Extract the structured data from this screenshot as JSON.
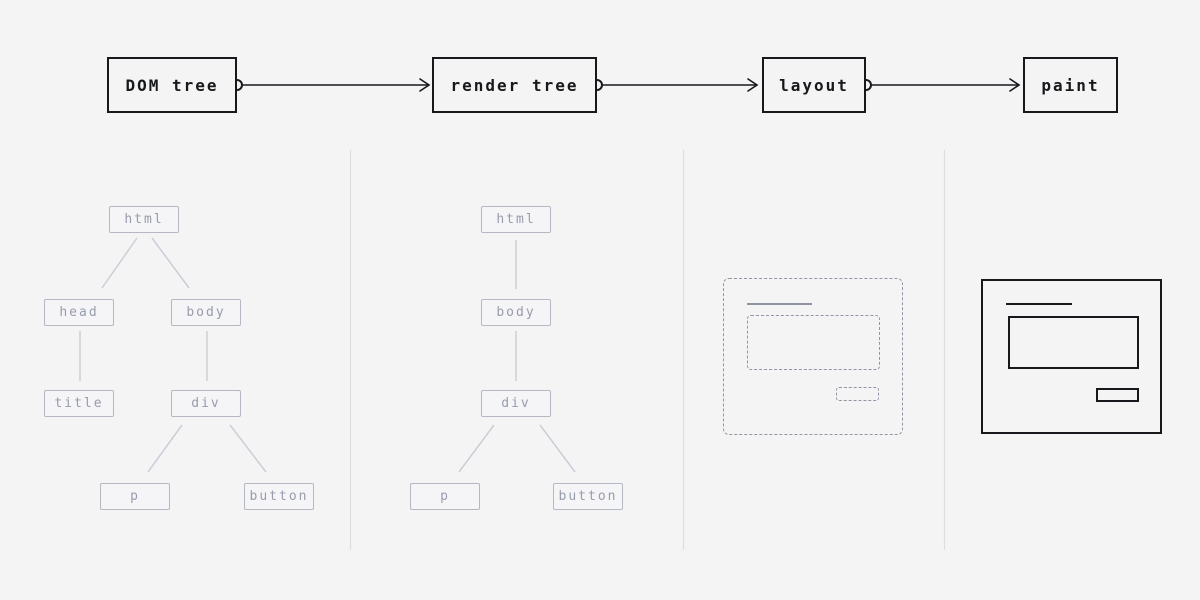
{
  "pipeline": {
    "stages": [
      {
        "label": "DOM tree"
      },
      {
        "label": "render tree"
      },
      {
        "label": "layout"
      },
      {
        "label": "paint"
      }
    ]
  },
  "dom_tree_panel": {
    "nodes": [
      {
        "label": "html"
      },
      {
        "label": "head"
      },
      {
        "label": "body"
      },
      {
        "label": "title"
      },
      {
        "label": "div"
      },
      {
        "label": "p"
      },
      {
        "label": "button"
      }
    ],
    "edges": [
      "html-head",
      "html-body",
      "head-title",
      "body-div",
      "div-p",
      "div-button"
    ]
  },
  "render_tree_panel": {
    "nodes": [
      {
        "label": "html"
      },
      {
        "label": "body"
      },
      {
        "label": "div"
      },
      {
        "label": "p"
      },
      {
        "label": "button"
      }
    ],
    "edges": [
      "html-body",
      "body-div",
      "div-p",
      "div-button"
    ]
  },
  "layout_panel": {
    "wireframe": "dashed-page-outline-with-text-line-block-and-button"
  },
  "paint_panel": {
    "wireframe": "solid-page-with-text-line-block-and-button"
  },
  "colors": {
    "background": "#f4f4f5",
    "ink": "#17181c",
    "tree_node_border": "#b4b8c3",
    "tree_node_text": "#989cab",
    "tree_edge": "#ccced6",
    "column_divider": "#dcdde1",
    "wireframe_dashed": "#9096a3"
  }
}
